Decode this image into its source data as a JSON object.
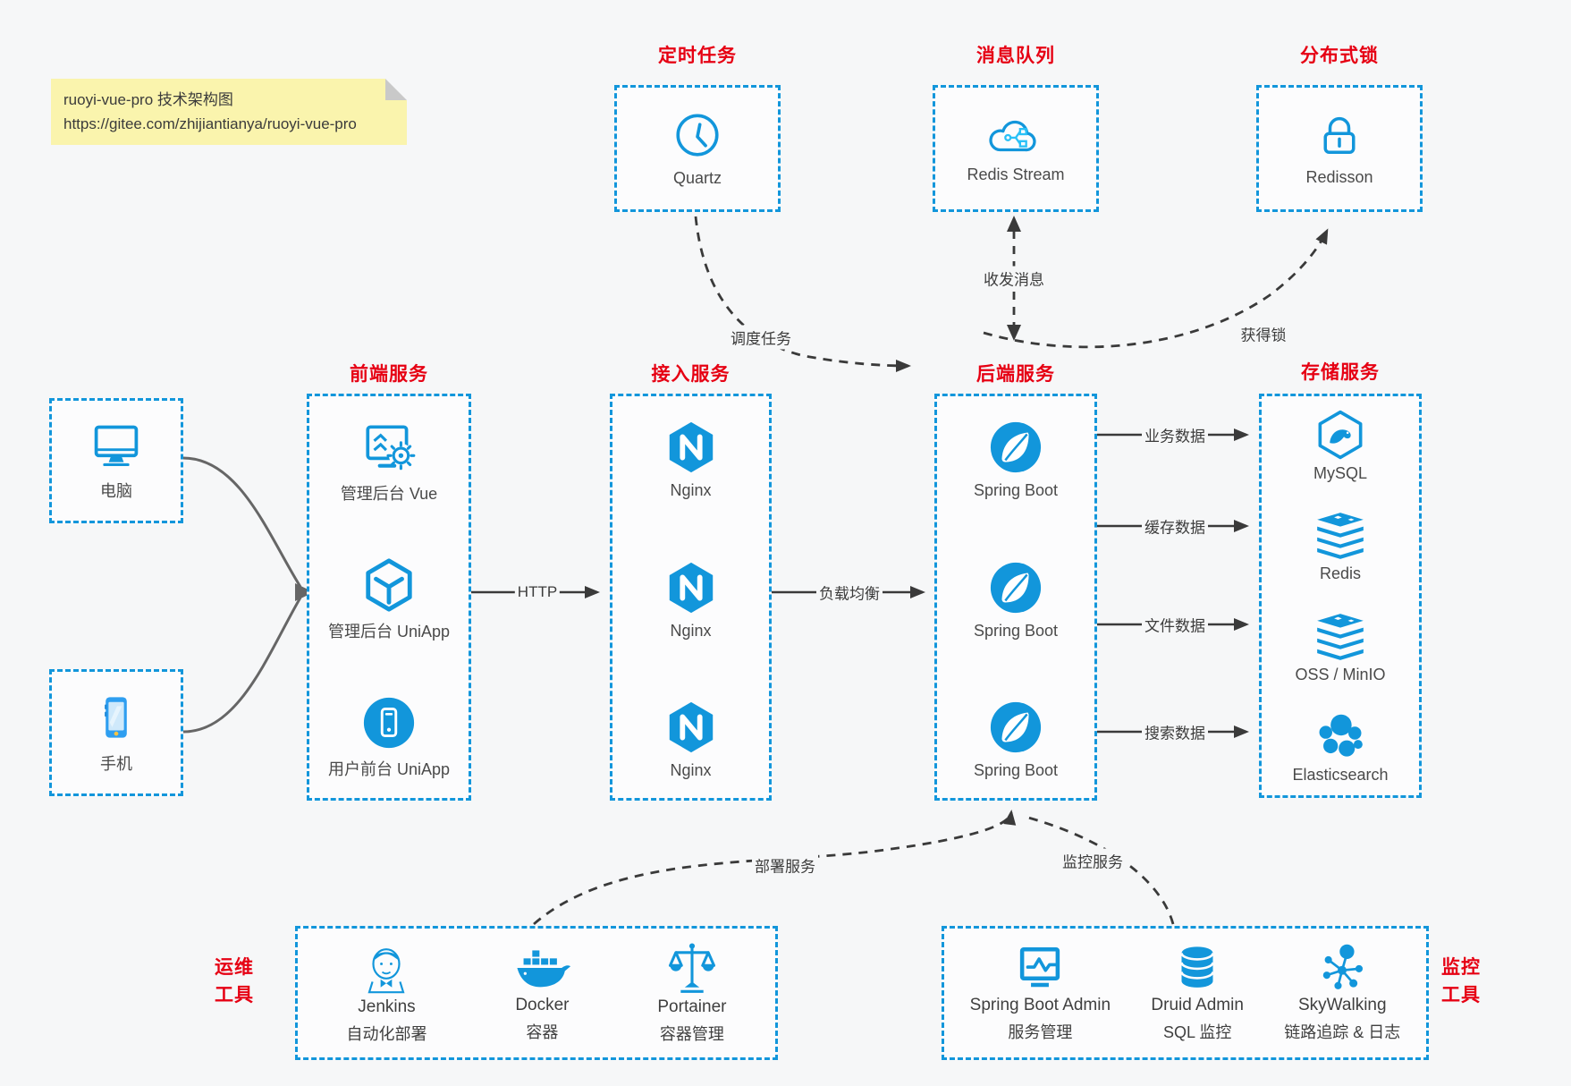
{
  "note": {
    "line1": "ruoyi-vue-pro 技术架构图",
    "line2": "https://gitee.com/zhijiantianya/ruoyi-vue-pro"
  },
  "colors": {
    "accent_blue": "#1296db",
    "title_red": "#e60013",
    "arrow_dark": "#3a3a3a",
    "arrow_gray": "#666666",
    "note_bg": "#faf4ad",
    "page_bg": "#f6f7f8"
  },
  "top_groups": [
    {
      "title": "定时任务",
      "item": "Quartz",
      "icon": "clock-icon"
    },
    {
      "title": "消息队列",
      "item": "Redis Stream",
      "icon": "cloud-queue-icon"
    },
    {
      "title": "分布式锁",
      "item": "Redisson",
      "icon": "lock-icon"
    }
  ],
  "clients": [
    {
      "label": "电脑",
      "icon": "desktop-icon"
    },
    {
      "label": "手机",
      "icon": "phone-icon"
    }
  ],
  "columns": [
    {
      "title": "前端服务",
      "items": [
        {
          "label": "管理后台 Vue",
          "icon": "admin-vue-icon"
        },
        {
          "label": "管理后台 UniApp",
          "icon": "uniapp-hexagon-icon"
        },
        {
          "label": "用户前台 UniApp",
          "icon": "user-app-icon"
        }
      ]
    },
    {
      "title": "接入服务",
      "items": [
        {
          "label": "Nginx",
          "icon": "nginx-icon"
        },
        {
          "label": "Nginx",
          "icon": "nginx-icon"
        },
        {
          "label": "Nginx",
          "icon": "nginx-icon"
        }
      ]
    },
    {
      "title": "后端服务",
      "items": [
        {
          "label": "Spring Boot",
          "icon": "spring-boot-icon"
        },
        {
          "label": "Spring Boot",
          "icon": "spring-boot-icon"
        },
        {
          "label": "Spring Boot",
          "icon": "spring-boot-icon"
        }
      ]
    },
    {
      "title": "存储服务",
      "items": [
        {
          "label": "MySQL",
          "icon": "mysql-icon"
        },
        {
          "label": "Redis",
          "icon": "redis-stack-icon"
        },
        {
          "label": "OSS / MinIO",
          "icon": "storage-stack-icon"
        },
        {
          "label": "Elasticsearch",
          "icon": "elasticsearch-icon"
        }
      ]
    }
  ],
  "edges": {
    "http": "HTTP",
    "load_balance": "负载均衡",
    "business_data": "业务数据",
    "cache_data": "缓存数据",
    "file_data": "文件数据",
    "search_data": "搜索数据",
    "schedule_task": "调度任务",
    "send_receive_message": "收发消息",
    "acquire_lock": "获得锁",
    "deploy_service": "部署服务",
    "monitor_service": "监控服务"
  },
  "bottom_groups": [
    {
      "title_line1": "运维",
      "title_line2": "工具",
      "items": [
        {
          "name": "Jenkins",
          "sub": "自动化部署",
          "icon": "jenkins-icon"
        },
        {
          "name": "Docker",
          "sub": "容器",
          "icon": "docker-icon"
        },
        {
          "name": "Portainer",
          "sub": "容器管理",
          "icon": "portainer-icon"
        }
      ]
    },
    {
      "title_line1": "监控",
      "title_line2": "工具",
      "items": [
        {
          "name": "Spring Boot Admin",
          "sub": "服务管理",
          "icon": "monitor-pulse-icon"
        },
        {
          "name": "Druid Admin",
          "sub": "SQL 监控",
          "icon": "database-icon"
        },
        {
          "name": "SkyWalking",
          "sub": "链路追踪 & 日志",
          "icon": "node-graph-icon"
        }
      ]
    }
  ]
}
